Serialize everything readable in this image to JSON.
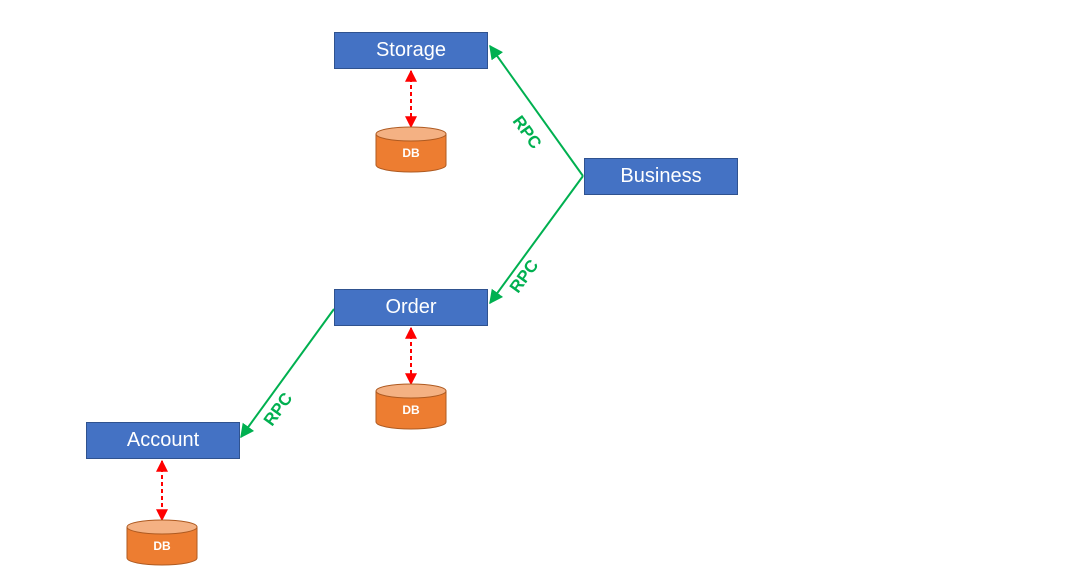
{
  "diagram": {
    "services": {
      "storage": "Storage",
      "business": "Business",
      "order": "Order",
      "account": "Account"
    },
    "databases": {
      "storage_db": "DB",
      "order_db": "DB",
      "account_db": "DB"
    },
    "connections": {
      "business_to_storage": "RPC",
      "business_to_order": "RPC",
      "order_to_account": "RPC"
    },
    "colors": {
      "service_fill": "#4472c4",
      "service_border": "#2f528f",
      "db_fill": "#ed7d31",
      "db_top": "#f4b183",
      "rpc_line": "#00b050",
      "db_link": "#ff0000"
    }
  }
}
